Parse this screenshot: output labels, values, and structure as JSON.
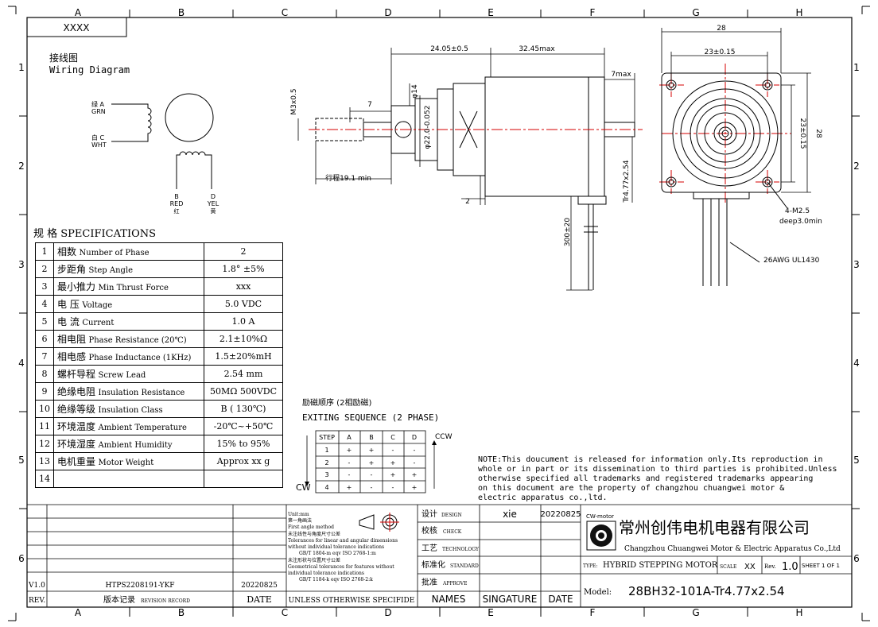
{
  "drawing_id": "XXXX",
  "cols": [
    "A",
    "B",
    "C",
    "D",
    "E",
    "F",
    "G",
    "H"
  ],
  "rows": [
    "1",
    "2",
    "3",
    "4",
    "5",
    "6"
  ],
  "wiring": {
    "title_cn": "接线图",
    "title_en": "Wiring Diagram",
    "a": "绿 A",
    "a2": "GRN",
    "c": "白 C",
    "c2": "WHT",
    "b": "B",
    "b2": "RED",
    "b3": "红",
    "d": "D",
    "d2": "YEL",
    "d3": "黄"
  },
  "specs": {
    "title": "规 格 SPECIFICATIONS",
    "rows": [
      {
        "n": "1",
        "cn": "相数",
        "en": "Number of Phase",
        "v": "2"
      },
      {
        "n": "2",
        "cn": "步距角",
        "en": "Step Angle",
        "v": "1.8° ±5%"
      },
      {
        "n": "3",
        "cn": "最小推力",
        "en": "Min Thrust Force",
        "v": "xxx"
      },
      {
        "n": "4",
        "cn": "电 压",
        "en": "Voltage",
        "v": "5.0 VDC"
      },
      {
        "n": "5",
        "cn": "电 流",
        "en": "Current",
        "v": "1.0 A"
      },
      {
        "n": "6",
        "cn": "相电阻",
        "en": "Phase Resistance (20℃)",
        "v": "2.1±10%Ω"
      },
      {
        "n": "7",
        "cn": "相电感",
        "en": "Phase Inductance (1KHz)",
        "v": "1.5±20%mH"
      },
      {
        "n": "8",
        "cn": "螺杆导程",
        "en": "Screw Lead",
        "v": "2.54 mm"
      },
      {
        "n": "9",
        "cn": "绝缘电阻",
        "en": "Insulation Resistance",
        "v": "50MΩ 500VDC"
      },
      {
        "n": "10",
        "cn": "绝缘等级",
        "en": "Insulation Class",
        "v": "B ( 130℃)"
      },
      {
        "n": "11",
        "cn": "环境温度",
        "en": "Ambient Temperature",
        "v": "-20℃~+50℃"
      },
      {
        "n": "12",
        "cn": "环境湿度",
        "en": "Ambient Humidity",
        "v": "15% to 95%"
      },
      {
        "n": "13",
        "cn": "电机重量",
        "en": "Motor Weight",
        "v": "Approx xx g"
      },
      {
        "n": "14",
        "cn": "",
        "en": "",
        "v": ""
      }
    ]
  },
  "dims": {
    "d1": "24.05±0.5",
    "d2": "32.45max",
    "d3": "7max",
    "d4": "7",
    "d5": "φ14",
    "d6": "M3x0.5",
    "d7": "φ22.0-0.052",
    "d8": "行程19.1 min",
    "d9": "2",
    "d10": "Tr4.77x2.54",
    "d11": "300±20",
    "d12": "28",
    "d13": "23±0.15",
    "d14": "23±0.15",
    "d15": "28",
    "d16": "4-M2.5",
    "d17": "deep3.0min",
    "d18": "26AWG UL1430"
  },
  "sequence": {
    "title_cn": "励磁顺序 (2相励磁)",
    "title_en": "EXITING SEQUENCE (2 PHASE)",
    "headers": [
      "STEP",
      "A",
      "B",
      "C",
      "D"
    ],
    "rows": [
      [
        "1",
        "+",
        "+",
        "-",
        "-"
      ],
      [
        "2",
        "-",
        "+",
        "+",
        "-"
      ],
      [
        "3",
        "-",
        "-",
        "+",
        "+"
      ],
      [
        "4",
        "+",
        "-",
        "-",
        "+"
      ]
    ],
    "ccw": "CCW",
    "cw": "CW"
  },
  "note": [
    "NOTE:This doucument is released for information only.Its reproduction in",
    "whole or in part or its dissemination to third parties is prohibited.Unless",
    "otherwise specified all trademarks and registered trademarks appearing",
    "on this document are the property of changzhou chuangwei motor &",
    "electric apparatus co.,ltd."
  ],
  "titleblock": {
    "rev": "V1.0",
    "rev_no": "HTPS2208191-YKF",
    "rev_date": "20220825",
    "rev_label": "REV.",
    "rev_record_cn": "版本记录",
    "rev_record_en": "REVISION RECORD",
    "date_label": "DATE",
    "unit": "Unit:mm",
    "angle_cn": "第一角画法",
    "angle_en": "First angle method",
    "tol1_cn": "未注线性与角度尺寸公差",
    "tol1_en": "Tolerances for linear and angular dimensions",
    "tol1_en2": "without individual tolerance indications",
    "tol1_std": "GB/T 1804-m eqv ISO 2768-1:m",
    "tol2_cn": "未注形状与位置尺寸公差",
    "tol2_en": "Geometrical tolerances for features without",
    "tol2_en2": "individual tolerance indications",
    "tol2_std": "GB/T 1184-k eqv ISO 2768-2:k",
    "unless": "UNLESS OTHERWISE SPECIFIDE",
    "design_cn": "设计",
    "design_en": "DESIGN",
    "designer": "xie",
    "design_date": "20220825",
    "check_cn": "校核",
    "check_en": "CHECK",
    "tech_cn": "工艺",
    "tech_en": "TECHNOLOGY",
    "std_cn": "标准化",
    "std_en": "STANDARD",
    "approve_cn": "批准",
    "approve_en": "APPROVE",
    "names": "NAMES",
    "signature": "SINGATURE",
    "date": "DATE",
    "logo_text": "CW-motor",
    "company_cn": "常州创伟电机电器有限公司",
    "company_en": "Changzhou Chuangwei Motor & Electric Apparatus Co.,Ltd",
    "type_label": "TYPE:",
    "type_value": "HYBRID STEPPING MOTOR",
    "scale_label": "SCALE",
    "scale_value": "XX",
    "rev2_label": "Rev.",
    "rev2_value": "1.0",
    "sheet": "SHEET 1 OF 1",
    "model_label": "Model:",
    "model_value": "28BH32-101A-Tr4.77x2.54"
  }
}
